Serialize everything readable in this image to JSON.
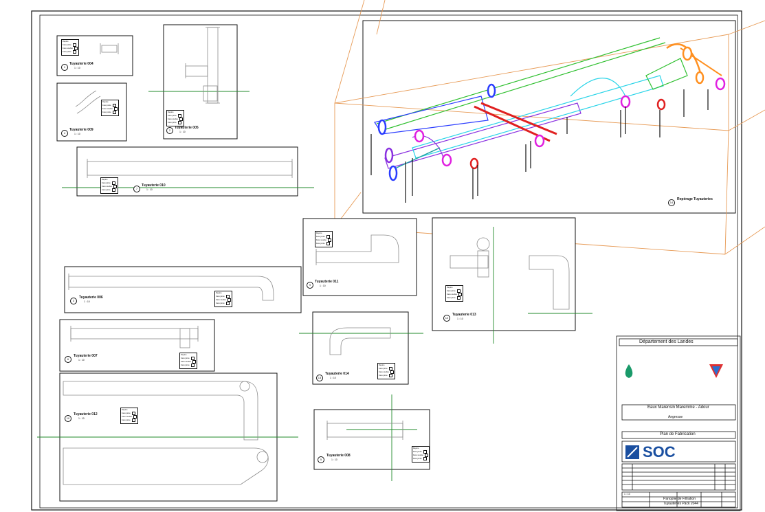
{
  "views": {
    "v004": {
      "num": "1",
      "title": "Tuyauterie 004",
      "scale": "1 : 10"
    },
    "v009": {
      "num": "4",
      "title": "Tuyauterie 009",
      "scale": "1 : 10"
    },
    "v005": {
      "num": "2",
      "title": "Tuyauterie 005",
      "scale": "1 : 10"
    },
    "v010": {
      "num": "7",
      "title": "Tuyauterie 010",
      "scale": "1 : 10"
    },
    "v3d": {
      "num": "14",
      "title": "Repérage Tuyauteries"
    },
    "v006": {
      "num": "3",
      "title": "Tuyauterie 006",
      "scale": "1 : 10"
    },
    "v011": {
      "num": "9",
      "title": "Tuyauterie 011",
      "scale": "1 : 10"
    },
    "v013": {
      "num": "12",
      "title": "Tuyauterie 013",
      "scale": "1 : 10"
    },
    "v007": {
      "num": "6",
      "title": "Tuyauterie 007",
      "scale": "1 : 10"
    },
    "v014": {
      "num": "13",
      "title": "Tuyauterie 014",
      "scale": "1 : 10"
    },
    "v012": {
      "num": "10",
      "title": "Tuyauterie 012",
      "scale": "1 : 10"
    },
    "v008": {
      "num": "5",
      "title": "Tuyauterie 008",
      "scale": "1 : 10"
    }
  },
  "bom": {
    "header": "Repère",
    "rows": [
      "Face jointe",
      "Face soudée",
      "Face jointe"
    ]
  },
  "titleblock": {
    "department": "Département des Landes",
    "project": "Eaux Marensin Maremme - Adour",
    "location": "Angresse",
    "drawing_title": "Plan de Fabrication",
    "company": "SOC",
    "sheet_line1": "Panoplie de Filtration",
    "sheet_line2": "Tuyauteries Pack 2044",
    "scale_label": "1 : 10"
  },
  "colors": {
    "pipe_outline": "#8a8a8a",
    "frame": "#111111",
    "bbox_3d": "#e79a55",
    "axis": "#1f8a2a",
    "magenta": "#e020e0",
    "blue": "#2a3cff",
    "cyan": "#28d4e8",
    "red": "#e02020",
    "orange": "#ff9020",
    "green_pipe": "#30c030",
    "purple": "#8a30e0",
    "teal": "#20a0a0",
    "soc_blue": "#1a4fa0"
  }
}
